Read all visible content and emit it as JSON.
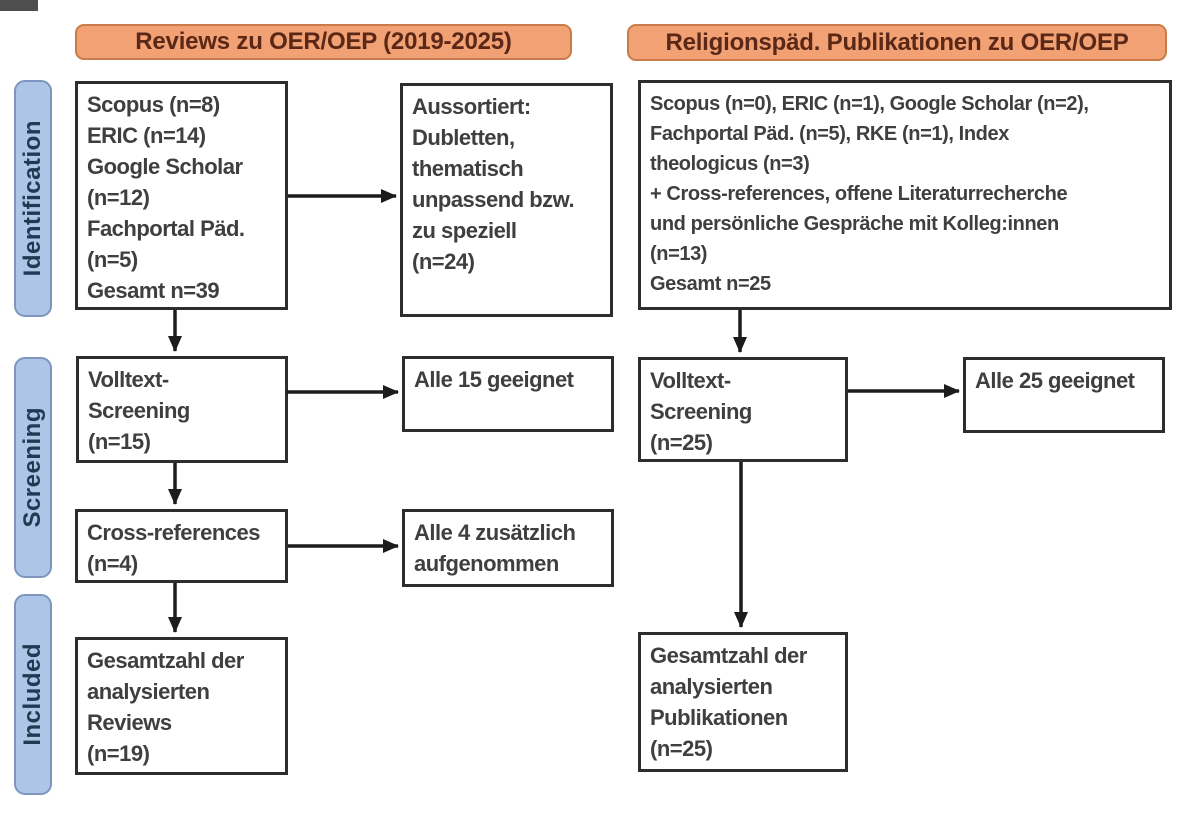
{
  "colors": {
    "header_fill": "#f1a173",
    "header_border": "#c97b4a",
    "header_text": "#5b2817",
    "stage_fill": "#adc6e8",
    "stage_border": "#7e96bd",
    "stage_text": "#233852",
    "box_border": "#2d2d2d",
    "box_text": "#3f3f3f",
    "arrow": "#1c1c1c"
  },
  "headers": {
    "left": "Reviews zu OER/OEP (2019-2025)",
    "right": "Religionspäd. Publikationen zu OER/OEP"
  },
  "stages": [
    {
      "label": "Identification"
    },
    {
      "label": "Screening"
    },
    {
      "label": "Included"
    }
  ],
  "boxes": {
    "sources_reviews": {
      "text": "Scopus (n=8)\nERIC (n=14)\nGoogle Scholar\n(n=12)\nFachportal Päd.\n(n=5)\nGesamt n=39"
    },
    "excluded_reviews": {
      "text": "Aussortiert:\nDubletten,\nthematisch\nunpassend bzw.\nzu speziell\n(n=24)"
    },
    "fulltext_reviews": {
      "text": "Volltext-\nScreening\n(n=15)"
    },
    "eligible_reviews": {
      "text": "Alle 15 geeignet"
    },
    "crossreferences_reviews": {
      "text": "Cross-references\n(n=4)"
    },
    "added_crossreferences": {
      "text": "Alle 4 zusätzlich\naufgenommen"
    },
    "included_reviews": {
      "text": "Gesamtzahl der\nanalysierten\nReviews\n(n=19)"
    },
    "sources_publications": {
      "text": "Scopus (n=0), ERIC (n=1), Google Scholar (n=2),\nFachportal Päd. (n=5), RKE (n=1), Index\ntheologicus (n=3)\n+ Cross-references, offene Literaturrecherche\nund persönliche Gespräche mit Kolleg:innen\n(n=13)\nGesamt n=25"
    },
    "fulltext_publications": {
      "text": "Volltext-\nScreening\n(n=25)"
    },
    "eligible_publications": {
      "text": "Alle 25 geeignet"
    },
    "included_publications": {
      "text": "Gesamtzahl der\nanalysierten\nPublikationen\n(n=25)"
    }
  }
}
